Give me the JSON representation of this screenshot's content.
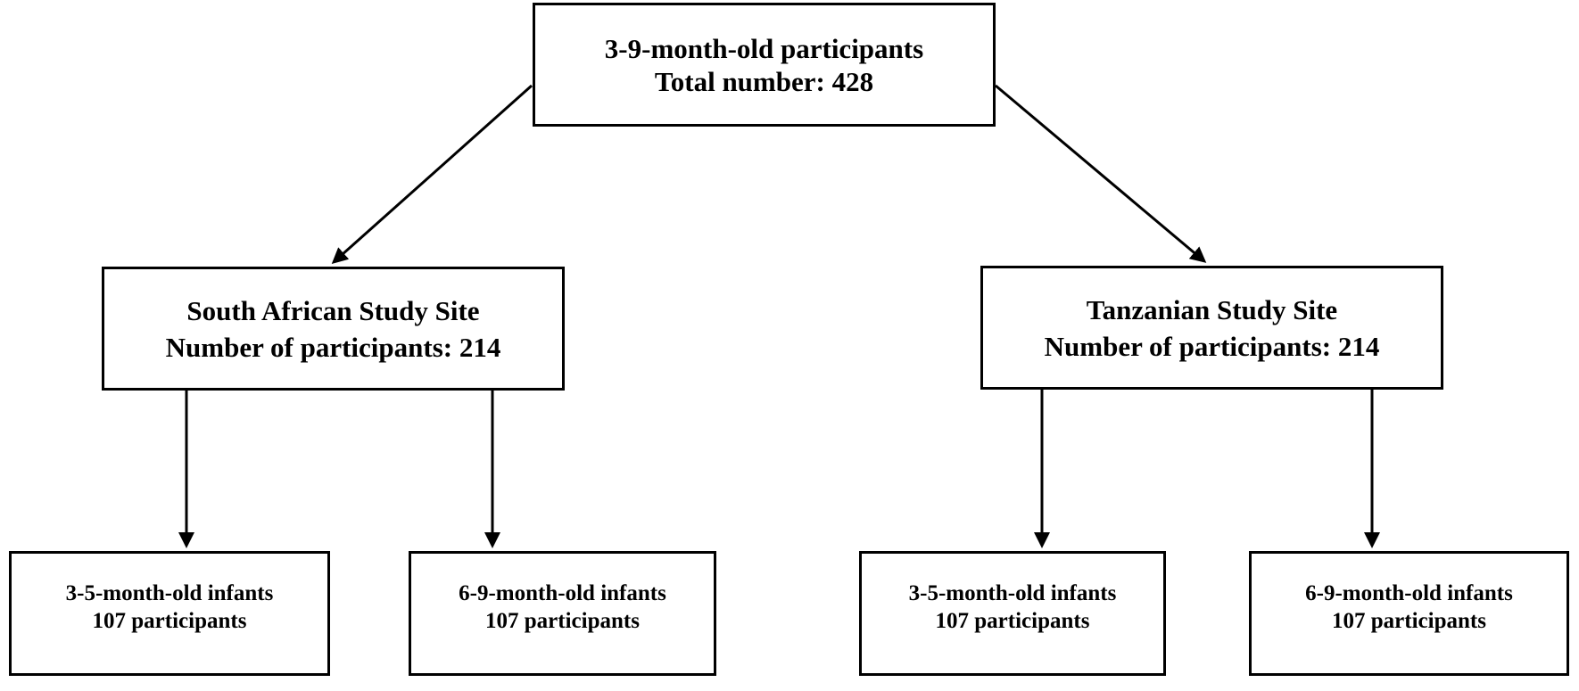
{
  "root": {
    "line1": "3-9-month-old participants",
    "line2": "Total number: 428"
  },
  "sites": [
    {
      "line1": "South African Study Site",
      "line2": "Number of participants: 214",
      "groups": [
        {
          "line1": "3-5-month-old infants",
          "line2": "107 participants"
        },
        {
          "line1": "6-9-month-old infants",
          "line2": "107 participants"
        }
      ]
    },
    {
      "line1": "Tanzanian Study Site",
      "line2": "Number of participants: 214",
      "groups": [
        {
          "line1": "3-5-month-old infants",
          "line2": "107 participants"
        },
        {
          "line1": "6-9-month-old infants",
          "line2": "107 participants"
        }
      ]
    }
  ]
}
